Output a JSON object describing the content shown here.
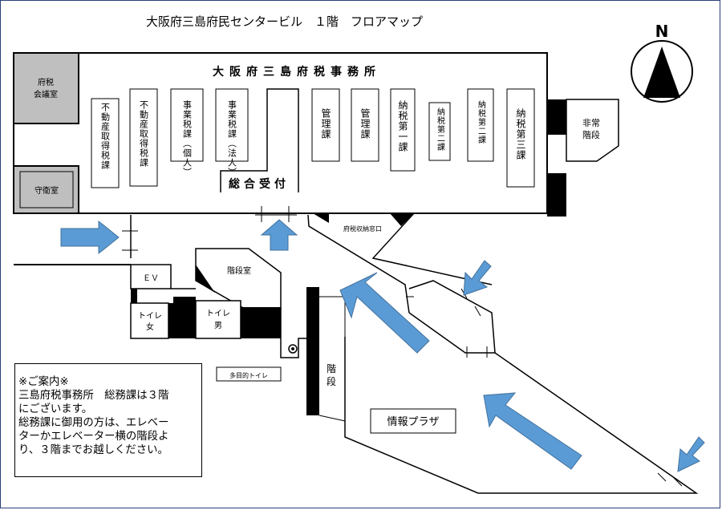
{
  "title": "大阪府三島府民センタービル　１階　フロアマップ",
  "compass": {
    "label": "N"
  },
  "office": {
    "name": "大阪府三島府税事務所"
  },
  "rooms": {
    "meeting_room": [
      "府税",
      "会議室"
    ],
    "guard_room": "守衛室",
    "counters": [
      "不動産取得税課",
      "不動産取得税課",
      "事業税課（個人）",
      "事業税課（法人）",
      "管理課",
      "管理課",
      "納税第一課",
      "納税第二課",
      "納税第二課",
      "納税第三課"
    ],
    "reception": "総合受付",
    "emergency_stairs": [
      "非常",
      "階段"
    ],
    "tax_window": "府税収納窓口",
    "elevator": "ＥＶ",
    "staircase_room": "階段室",
    "toilet_women": [
      "トイレ",
      "女"
    ],
    "toilet_men": [
      "トイレ",
      "男"
    ],
    "multipurpose_toilet": "多目的トイレ",
    "stairs": "階段",
    "info_plaza": "情報プラザ"
  },
  "notice": {
    "lines": [
      "※ご案内※",
      "三島府税事務所　総務課は３階",
      "にございます。",
      "総務課に御用の方は、エレベー",
      "ターかエレベーター横の階段よ",
      "り、３階までお越しください。"
    ]
  },
  "colors": {
    "arrow": "#5b9bd5",
    "gray_room": "#bfbfbf",
    "wall": "#000000",
    "border": "#2a3f7a"
  }
}
